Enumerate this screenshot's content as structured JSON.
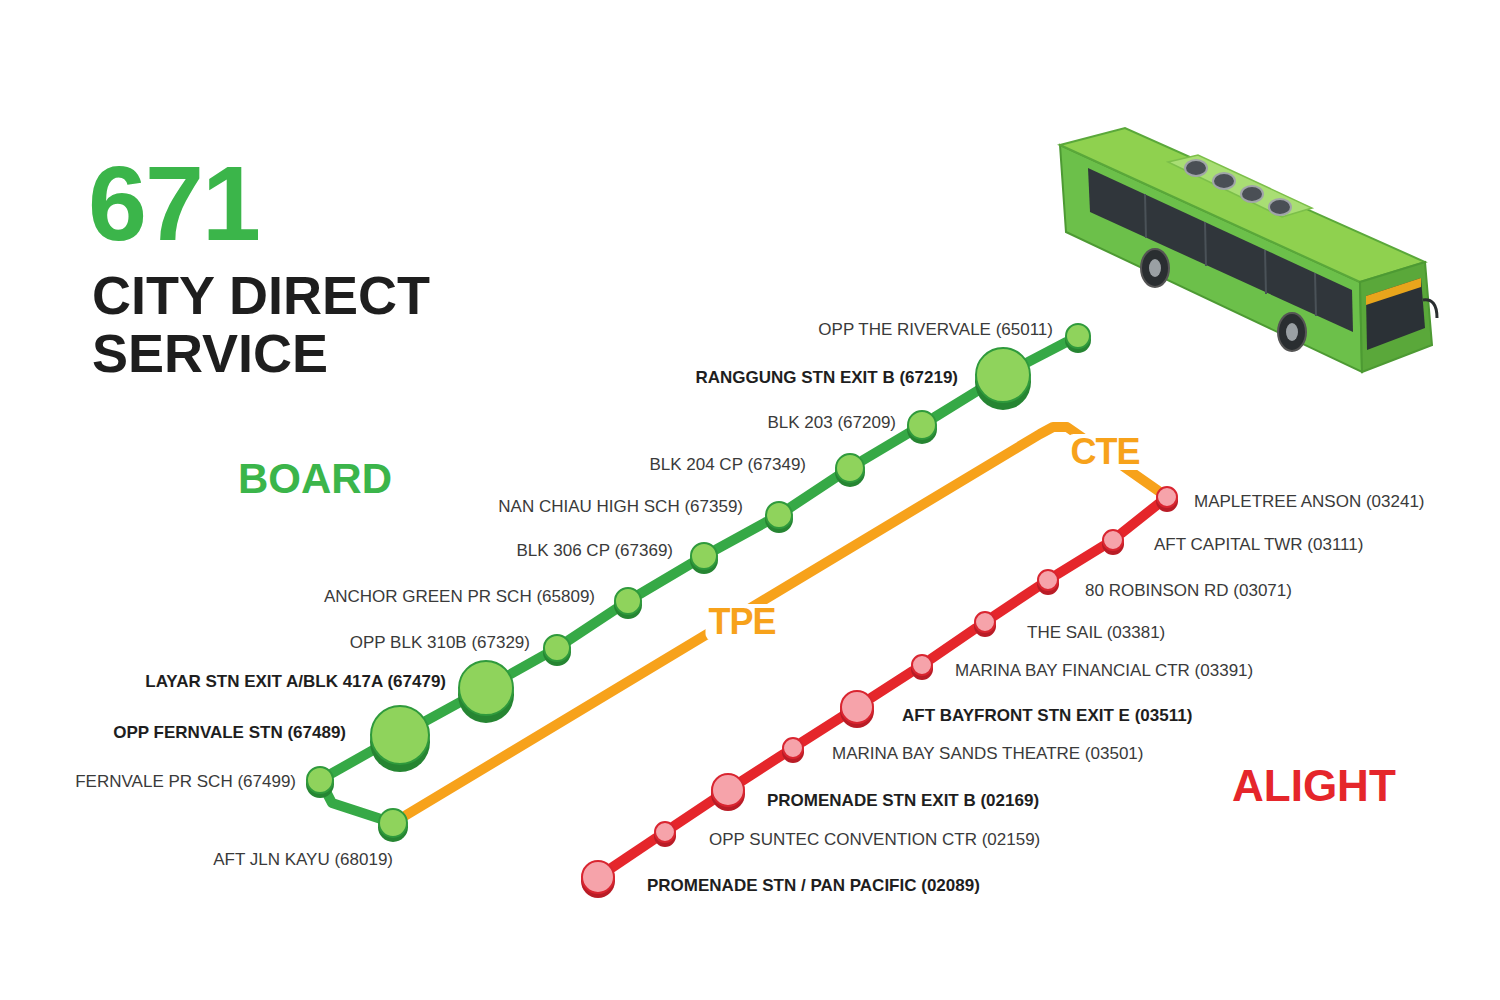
{
  "diagram": {
    "title": "671",
    "nodes": [
      {
        "text": [
          "OPP THE RIVERVALE (65011)"
        ]
      },
      {
        "text": [
          "RANGGUNG STN EXIT B (67219)"
        ]
      },
      {
        "text": [
          "BLK 203 (67209)"
        ]
      },
      {
        "text": [
          "BLK 204 CP (67349)"
        ]
      },
      {
        "text": [
          "NAN CHIAU HIGH SCH (67359)"
        ]
      },
      {
        "text": [
          "BLK 306 CP (67369)"
        ]
      },
      {
        "text": [
          "ANCHOR GREEN PR SCH (65809)"
        ]
      },
      {
        "text": [
          "OPP BLK 310B (67329)"
        ]
      },
      {
        "text": [
          "LAYAR STN EXIT A/BLK 417A (67479)"
        ]
      },
      {
        "text": [
          "OPP FERNVALE STN (67489)"
        ]
      },
      {
        "text": [
          "FERNVALE PR SCH (67499)"
        ]
      },
      {
        "text": [
          "AFT JLN KAYU (68019)"
        ]
      },
      {
        "text": [
          "MAPLETREE ANSON (03241)"
        ]
      },
      {
        "text": [
          "AFT CAPITAL TWR (03111)"
        ]
      },
      {
        "text": [
          "80 ROBINSON RD (03071)"
        ]
      },
      {
        "text": [
          "THE SAIL (03381)"
        ]
      },
      {
        "text": [
          "MARINA BAY FINANCIAL CTR (03391)"
        ]
      },
      {
        "text": [
          "AFT BAYFRONT STN EXIT E (03511)"
        ]
      },
      {
        "text": [
          "MARINA BAY SANDS THEATRE (03501)"
        ]
      },
      {
        "text": [
          "PROMENADE STN EXIT B (02169)"
        ]
      },
      {
        "text": [
          "OPP SUNTEC CONVENTION CTR (02159)"
        ]
      },
      {
        "text": [
          "PROMENADE STN / PAN PACIFIC (02089)"
        ]
      }
    ],
    "edges": [
      {
        "from": 0,
        "to": 1,
        "arrow": "none"
      },
      {
        "from": 1,
        "to": 2,
        "arrow": "none"
      },
      {
        "from": 2,
        "to": 3,
        "arrow": "none"
      },
      {
        "from": 3,
        "to": 4,
        "arrow": "none"
      },
      {
        "from": 4,
        "to": 5,
        "arrow": "none"
      },
      {
        "from": 5,
        "to": 6,
        "arrow": "none"
      },
      {
        "from": 6,
        "to": 7,
        "arrow": "none"
      },
      {
        "from": 7,
        "to": 8,
        "arrow": "none"
      },
      {
        "from": 8,
        "to": 9,
        "arrow": "none"
      },
      {
        "from": 9,
        "to": 10,
        "arrow": "none"
      },
      {
        "from": 10,
        "to": 11,
        "arrow": "none"
      },
      {
        "from": 11,
        "to": 12,
        "label": "TPE",
        "arrow": "none"
      },
      {
        "from": 12,
        "to": 13,
        "arrow": "none"
      },
      {
        "from": 13,
        "to": 14,
        "arrow": "none"
      },
      {
        "from": 14,
        "to": 15,
        "arrow": "none"
      },
      {
        "from": 15,
        "to": 16,
        "arrow": "none"
      },
      {
        "from": 16,
        "to": 17,
        "arrow": "none"
      },
      {
        "from": 17,
        "to": 18,
        "arrow": "none"
      },
      {
        "from": 18,
        "to": 19,
        "arrow": "none"
      },
      {
        "from": 19,
        "to": 20,
        "arrow": "none"
      },
      {
        "from": 20,
        "to": 21,
        "arrow": "none"
      }
    ],
    "labels": [
      "CITY DIRECT SERVICE",
      "BOARD",
      "ALIGHT",
      "CTE"
    ]
  }
}
